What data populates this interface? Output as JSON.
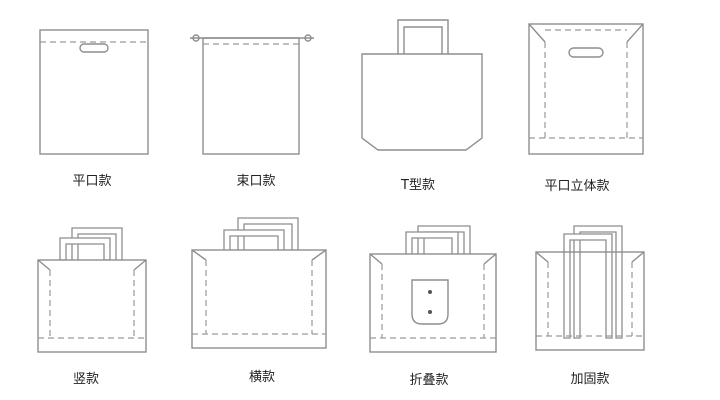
{
  "bags": [
    {
      "label": "平口款"
    },
    {
      "label": "束口款"
    },
    {
      "label": "T型款"
    },
    {
      "label": "平口立体款"
    },
    {
      "label": "竖款"
    },
    {
      "label": "横款"
    },
    {
      "label": "折叠款"
    },
    {
      "label": "加固款"
    }
  ]
}
